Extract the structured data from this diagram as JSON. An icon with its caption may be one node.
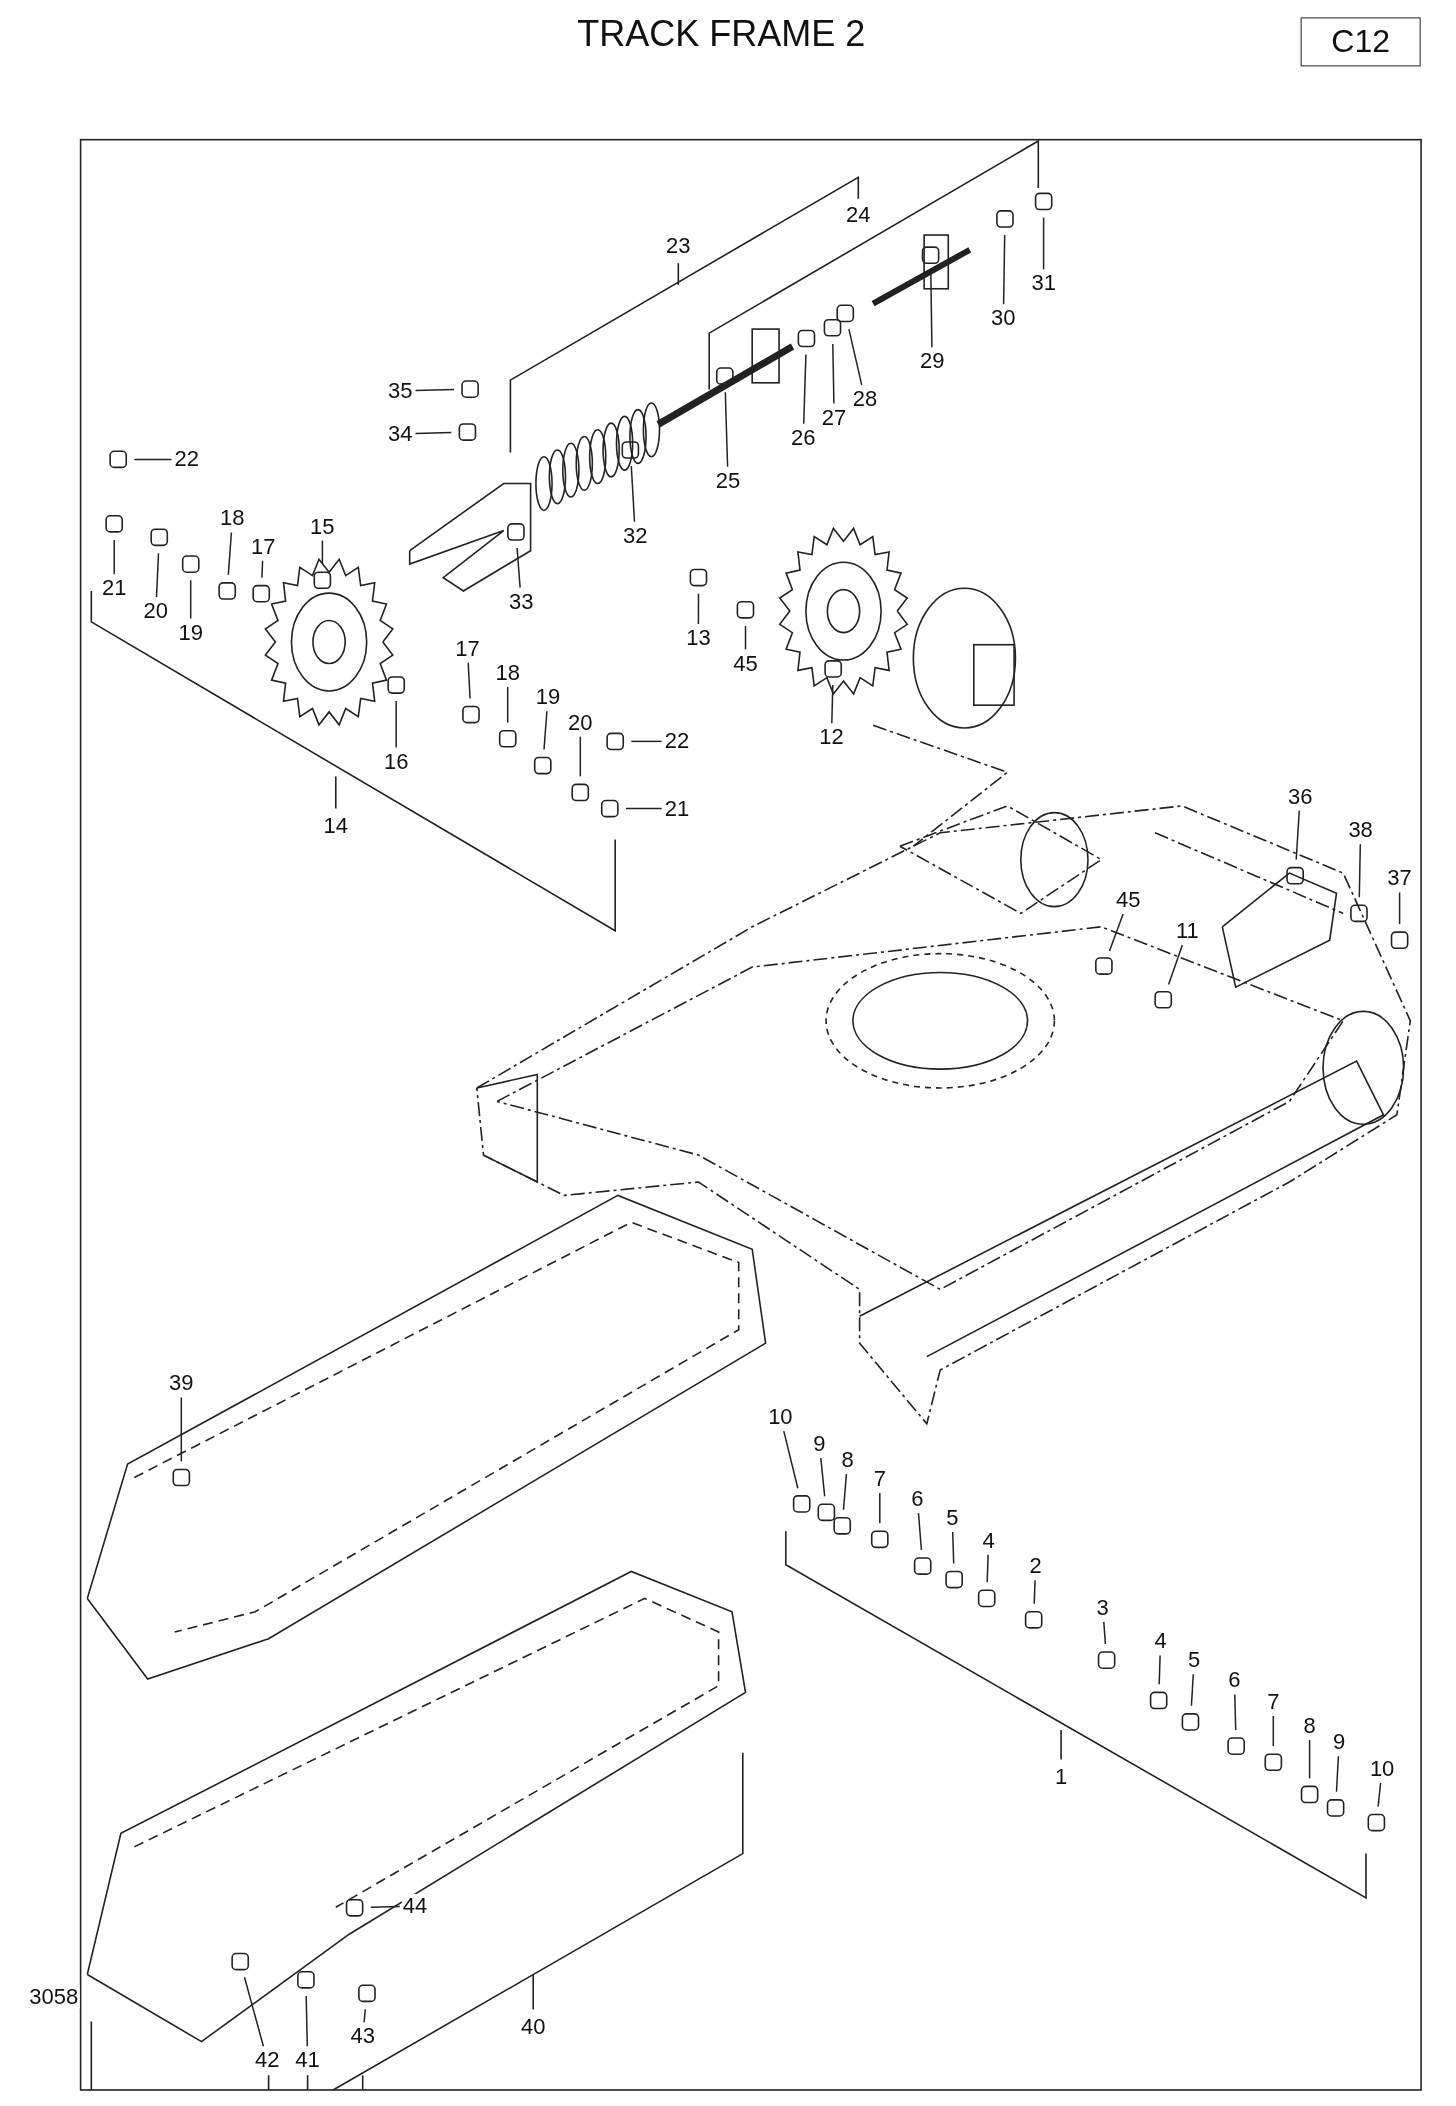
{
  "diagram": {
    "title": "TRACK FRAME 2",
    "nodes": [
      {
        "text": [
          "31"
        ]
      },
      {
        "text": [
          "30"
        ]
      },
      {
        "text": [
          "29"
        ]
      },
      {
        "text": [
          "28"
        ]
      },
      {
        "text": [
          "27"
        ]
      },
      {
        "text": [
          "26"
        ]
      },
      {
        "text": [
          "35"
        ]
      },
      {
        "text": [
          "34"
        ]
      },
      {
        "text": [
          "25"
        ]
      },
      {
        "text": [
          "22"
        ]
      },
      {
        "text": [
          "32"
        ]
      },
      {
        "text": [
          "15"
        ]
      },
      {
        "text": [
          "18"
        ]
      },
      {
        "text": [
          "17"
        ]
      },
      {
        "text": [
          "33"
        ]
      },
      {
        "text": [
          "21"
        ]
      },
      {
        "text": [
          "20"
        ]
      },
      {
        "text": [
          "19"
        ]
      },
      {
        "text": [
          "13"
        ]
      },
      {
        "text": [
          "45"
        ]
      },
      {
        "text": [
          "17"
        ]
      },
      {
        "text": [
          "18"
        ]
      },
      {
        "text": [
          "19"
        ]
      },
      {
        "text": [
          "20"
        ]
      },
      {
        "text": [
          "22"
        ]
      },
      {
        "text": [
          "12"
        ]
      },
      {
        "text": [
          "16"
        ]
      },
      {
        "text": [
          "21"
        ]
      },
      {
        "text": [
          "36"
        ]
      },
      {
        "text": [
          "38"
        ]
      },
      {
        "text": [
          "37"
        ]
      },
      {
        "text": [
          "45"
        ]
      },
      {
        "text": [
          "11"
        ]
      },
      {
        "text": [
          "39"
        ]
      },
      {
        "text": [
          "10"
        ]
      },
      {
        "text": [
          "9"
        ]
      },
      {
        "text": [
          "8"
        ]
      },
      {
        "text": [
          "7"
        ]
      },
      {
        "text": [
          "6"
        ]
      },
      {
        "text": [
          "5"
        ]
      },
      {
        "text": [
          "4"
        ]
      },
      {
        "text": [
          "2"
        ]
      },
      {
        "text": [
          "3"
        ]
      },
      {
        "text": [
          "4"
        ]
      },
      {
        "text": [
          "5"
        ]
      },
      {
        "text": [
          "6"
        ]
      },
      {
        "text": [
          "7"
        ]
      },
      {
        "text": [
          "8"
        ]
      },
      {
        "text": [
          "9"
        ]
      },
      {
        "text": [
          "10"
        ]
      },
      {
        "text": [
          "44"
        ]
      },
      {
        "text": [
          "42"
        ]
      },
      {
        "text": [
          "41"
        ]
      },
      {
        "text": [
          "43"
        ]
      },
      {
        "text": [
          "24"
        ]
      },
      {
        "text": [
          "23"
        ]
      },
      {
        "text": [
          "14"
        ]
      },
      {
        "text": [
          "1"
        ]
      },
      {
        "text": [
          "40"
        ]
      }
    ],
    "edges": [
      {
        "from": 0,
        "to": null,
        "arrow": "none"
      },
      {
        "from": 1,
        "to": null,
        "arrow": "none"
      },
      {
        "from": 2,
        "to": null,
        "arrow": "none"
      },
      {
        "from": 3,
        "to": null,
        "arrow": "none"
      },
      {
        "from": 4,
        "to": null,
        "arrow": "none"
      },
      {
        "from": 5,
        "to": null,
        "arrow": "none"
      },
      {
        "from": 6,
        "to": null,
        "arrow": "none"
      },
      {
        "from": 7,
        "to": null,
        "arrow": "none"
      },
      {
        "from": 8,
        "to": null,
        "arrow": "none"
      },
      {
        "from": 9,
        "to": null,
        "arrow": "none"
      },
      {
        "from": 10,
        "to": null,
        "arrow": "none"
      },
      {
        "from": 11,
        "to": null,
        "arrow": "none"
      },
      {
        "from": 12,
        "to": null,
        "arrow": "none"
      },
      {
        "from": 13,
        "to": null,
        "arrow": "none"
      },
      {
        "from": 14,
        "to": null,
        "arrow": "none"
      },
      {
        "from": 15,
        "to": null,
        "arrow": "none"
      },
      {
        "from": 16,
        "to": null,
        "arrow": "none"
      },
      {
        "from": 17,
        "to": null,
        "arrow": "none"
      },
      {
        "from": 18,
        "to": null,
        "arrow": "none"
      },
      {
        "from": 19,
        "to": null,
        "arrow": "none"
      },
      {
        "from": 20,
        "to": null,
        "arrow": "none"
      },
      {
        "from": 21,
        "to": null,
        "arrow": "none"
      },
      {
        "from": 22,
        "to": null,
        "arrow": "none"
      },
      {
        "from": 23,
        "to": null,
        "arrow": "none"
      },
      {
        "from": 24,
        "to": null,
        "arrow": "none"
      },
      {
        "from": 25,
        "to": null,
        "arrow": "none"
      },
      {
        "from": 26,
        "to": null,
        "arrow": "none"
      },
      {
        "from": 27,
        "to": null,
        "arrow": "none"
      },
      {
        "from": 28,
        "to": null,
        "arrow": "none"
      },
      {
        "from": 29,
        "to": null,
        "arrow": "none"
      },
      {
        "from": 30,
        "to": null,
        "arrow": "none"
      },
      {
        "from": 31,
        "to": null,
        "arrow": "none"
      },
      {
        "from": 32,
        "to": null,
        "arrow": "none"
      },
      {
        "from": 33,
        "to": null,
        "arrow": "none"
      },
      {
        "from": 34,
        "to": null,
        "arrow": "none"
      },
      {
        "from": 35,
        "to": null,
        "arrow": "none"
      },
      {
        "from": 36,
        "to": null,
        "arrow": "none"
      },
      {
        "from": 37,
        "to": null,
        "arrow": "none"
      },
      {
        "from": 38,
        "to": null,
        "arrow": "none"
      },
      {
        "from": 39,
        "to": null,
        "arrow": "none"
      },
      {
        "from": 40,
        "to": null,
        "arrow": "none"
      },
      {
        "from": 41,
        "to": null,
        "arrow": "none"
      },
      {
        "from": 42,
        "to": null,
        "arrow": "none"
      },
      {
        "from": 43,
        "to": null,
        "arrow": "none"
      },
      {
        "from": 44,
        "to": null,
        "arrow": "none"
      },
      {
        "from": 45,
        "to": null,
        "arrow": "none"
      },
      {
        "from": 46,
        "to": null,
        "arrow": "none"
      },
      {
        "from": 47,
        "to": null,
        "arrow": "none"
      },
      {
        "from": 48,
        "to": null,
        "arrow": "none"
      },
      {
        "from": 49,
        "to": null,
        "arrow": "none"
      },
      {
        "from": 50,
        "to": null,
        "arrow": "none"
      },
      {
        "from": 51,
        "to": null,
        "arrow": "none"
      },
      {
        "from": 52,
        "to": null,
        "arrow": "none"
      },
      {
        "from": 53,
        "to": null,
        "arrow": "none"
      }
    ],
    "labels": [
      "C12",
      "3058"
    ]
  }
}
